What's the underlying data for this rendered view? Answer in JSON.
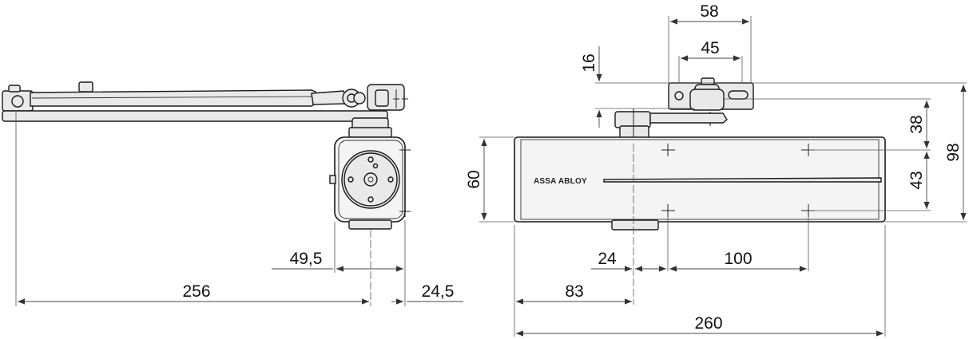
{
  "brand_label": "ASSA ABLOY",
  "dimensions": {
    "d256": "256",
    "d24_5": "24,5",
    "d49_5": "49,5",
    "d58": "58",
    "d45": "45",
    "d16": "16",
    "d38": "38",
    "d98": "98",
    "d43": "43",
    "d60": "60",
    "d24": "24",
    "d100": "100",
    "d83": "83",
    "d260": "260"
  }
}
